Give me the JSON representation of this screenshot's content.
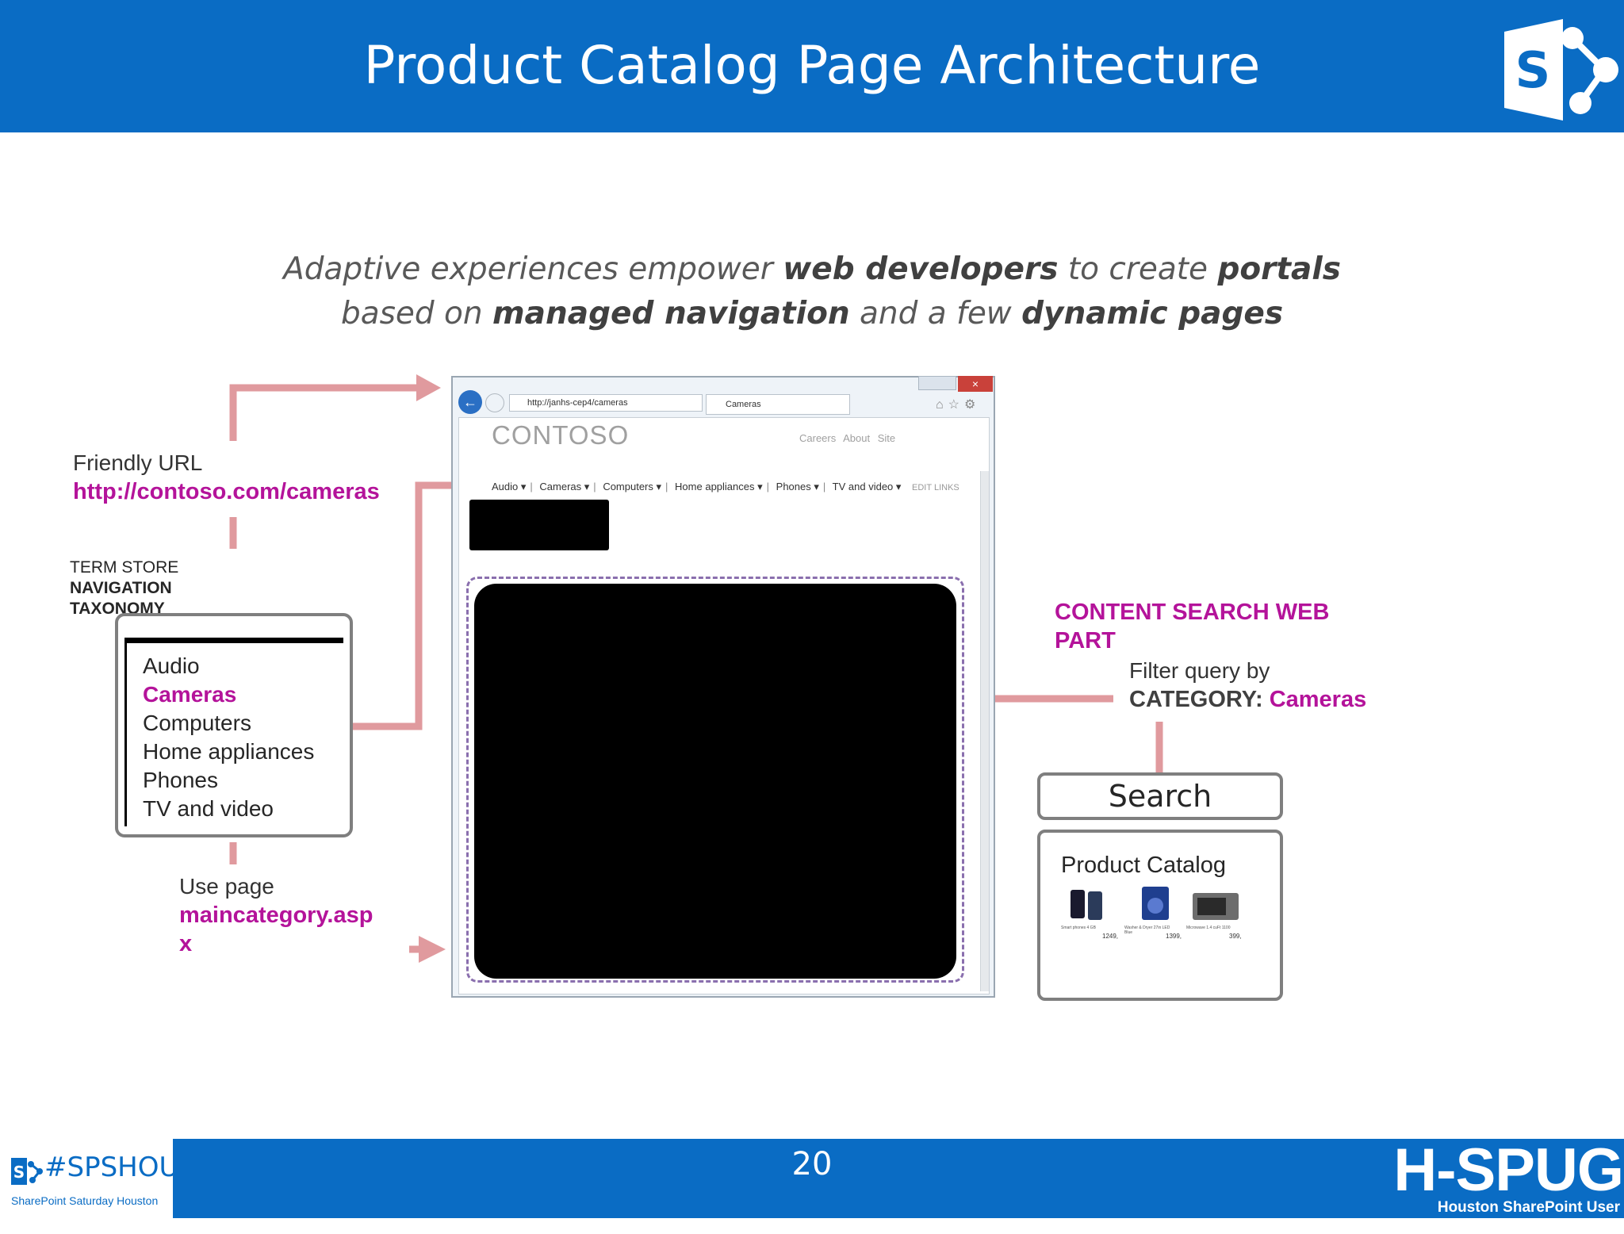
{
  "header": {
    "title": "Product Catalog Page Architecture"
  },
  "subtitle": {
    "line1_a": "Adaptive experiences empower ",
    "line1_b": "web developers",
    "line1_c": " to create ",
    "line1_d": "portals",
    "line2_a": "based on ",
    "line2_b": "managed navigation",
    "line2_c": " and a few ",
    "line2_d": "dynamic pages"
  },
  "friendly_url": {
    "label": "Friendly URL",
    "url": "http://contoso.com/cameras"
  },
  "term_store": {
    "line1": "TERM STORE",
    "line2": "NAVIGATION",
    "line3": "TAXONOMY"
  },
  "taxonomy": {
    "items": [
      "Audio",
      "Cameras",
      "Computers",
      "Home appliances",
      "Phones",
      "TV and video"
    ],
    "selected_index": 1
  },
  "use_page": {
    "label": "Use page",
    "page_line1": "maincategory.asp",
    "page_line2": "x"
  },
  "browser": {
    "url": "http://janhs-cep4/cameras",
    "tab_label": "Cameras",
    "close_glyph": "×",
    "site_name": "CONTOSO",
    "top_links": "Careers  About  Site",
    "nav_items": [
      "Audio",
      "Cameras",
      "Computers",
      "Home appliances",
      "Phones",
      "TV and video"
    ],
    "edit_links": "EDIT LINKS"
  },
  "csw": {
    "title_line1": "CONTENT SEARCH WEB",
    "title_line2": "PART",
    "filter_label": "Filter query by",
    "category_label": "CATEGORY: ",
    "category_value": "Cameras"
  },
  "search_box": {
    "label": "Search"
  },
  "catalog_box": {
    "label": "Product Catalog",
    "products": [
      {
        "caption": "Smart phones 4 GB",
        "price": "1249,"
      },
      {
        "caption": "Washer & Dryer 27in LED Blue",
        "price": "1399,"
      },
      {
        "caption": "Microwave 1.4 cuFt 1100",
        "price": "399,"
      }
    ]
  },
  "footer": {
    "page_number": "20",
    "hashtag": "#SPSHOU",
    "event_name": "SharePoint Saturday Houston",
    "group_acronym": "H-SPUG",
    "group_name": "Houston SharePoint User Group"
  },
  "colors": {
    "brand_blue": "#0a6cc4",
    "magenta": "#b4139a",
    "arrow_pink": "#e09a9e",
    "dashed_purple": "#8a6fae"
  }
}
